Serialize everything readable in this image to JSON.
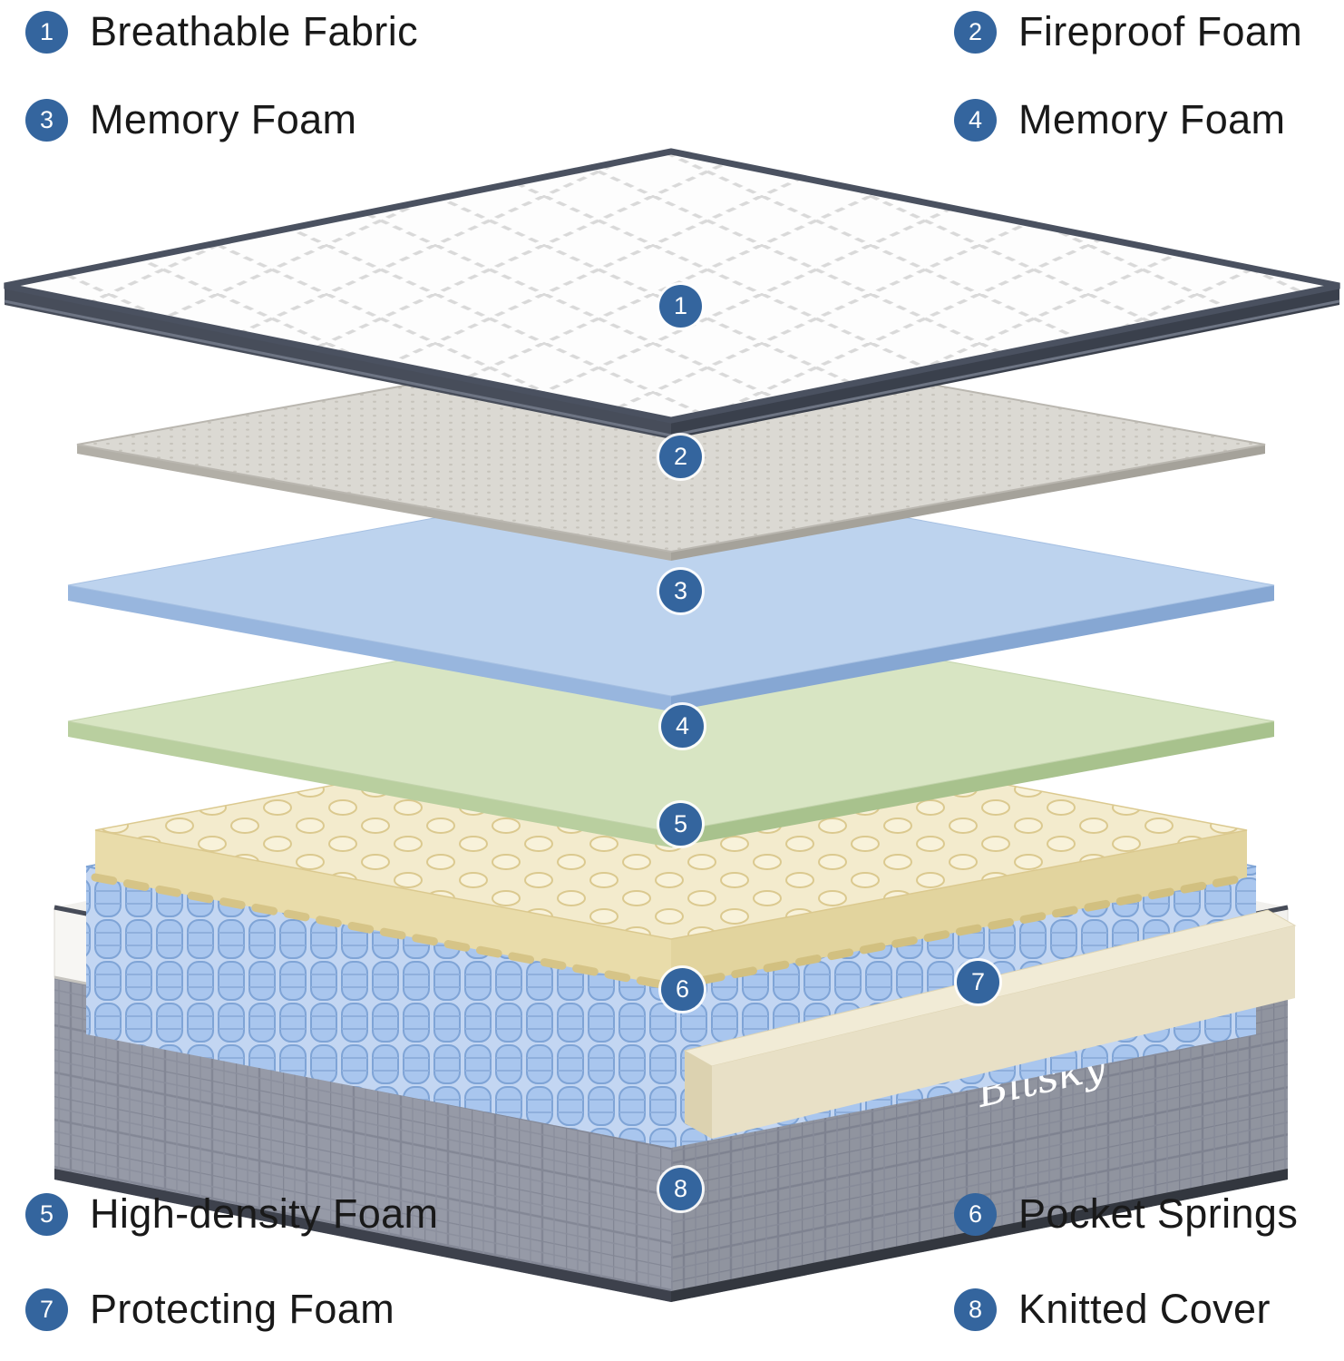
{
  "colors": {
    "badge_blue": "#34659e",
    "label_text": "#191919",
    "layer1_fabric_white": "#ffffff",
    "layer1_binding_dark": "#474d5a",
    "layer2_gray": "#dbd9d3",
    "layer3_blue": "#bdd3ee",
    "layer4_green": "#d8e5c3",
    "layer5_cream": "#f3ebcd",
    "layer6_spring_blue": "#a9c6ee",
    "layer7_foam_cream": "#f1ebd6",
    "layer8_cover_gray": "#969aa7"
  },
  "labels": [
    {
      "num": "1",
      "text": "Breathable Fabric"
    },
    {
      "num": "2",
      "text": "Fireproof Foam"
    },
    {
      "num": "3",
      "text": "Memory Foam"
    },
    {
      "num": "4",
      "text": "Memory Foam"
    },
    {
      "num": "5",
      "text": "High-density Foam"
    },
    {
      "num": "6",
      "text": "Pocket Springs"
    },
    {
      "num": "7",
      "text": "Protecting Foam"
    },
    {
      "num": "8",
      "text": "Knitted Cover"
    }
  ],
  "diagram": {
    "brand": "Bitsky",
    "badges": [
      {
        "num": "1"
      },
      {
        "num": "2"
      },
      {
        "num": "3"
      },
      {
        "num": "4"
      },
      {
        "num": "5"
      },
      {
        "num": "6"
      },
      {
        "num": "7"
      },
      {
        "num": "8"
      }
    ]
  }
}
